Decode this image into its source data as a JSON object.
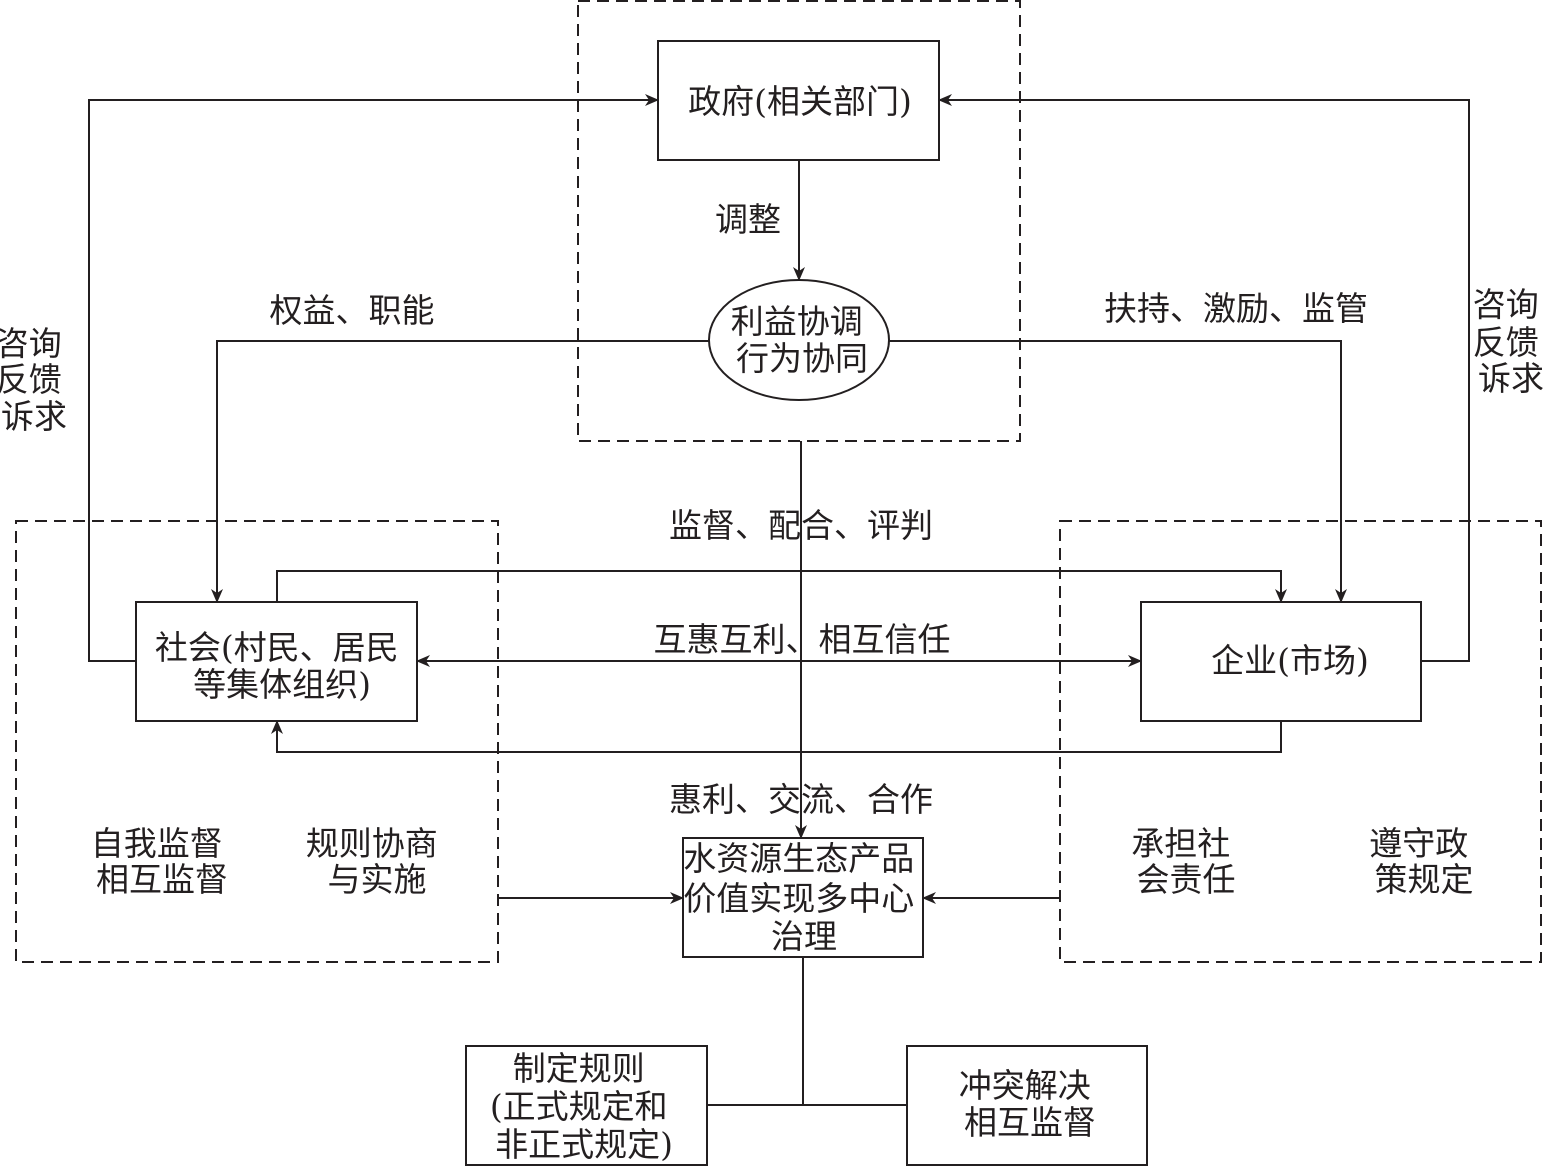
{
  "nodes": {
    "government": [
      "政府(相关部门)"
    ],
    "coordination": [
      "利益协调",
      "行为协同"
    ],
    "society": [
      "社会(村民、居民",
      "等集体组织)"
    ],
    "enterprise": [
      "企业(市场)"
    ],
    "governance": [
      "水资源生态产品",
      "价值实现多中心",
      "治理"
    ],
    "rules": [
      "制定规则",
      "(正式规定和",
      "非正式规定)"
    ],
    "conflict": [
      "冲突解决",
      "相互监督"
    ]
  },
  "labels": {
    "adjust": [
      "调整"
    ],
    "rights": [
      "权益、职能"
    ],
    "support": [
      "扶持、激励、监管"
    ],
    "consult_left": [
      "咨询",
      "反馈",
      "诉求"
    ],
    "consult_right": [
      "咨询",
      "反馈",
      "诉求"
    ],
    "supervise": [
      "监督、配合、评判"
    ],
    "mutual_benefit": [
      "互惠互利、相互信任"
    ],
    "exchange": [
      "惠利、交流、合作"
    ],
    "self_supervision": [
      "自我监督",
      "相互监督"
    ],
    "rule_negotiation": [
      "规则协商",
      "与实施"
    ],
    "social_responsibility": [
      "承担社",
      "会责任"
    ],
    "comply_policy": [
      "遵守政",
      "策规定"
    ]
  }
}
